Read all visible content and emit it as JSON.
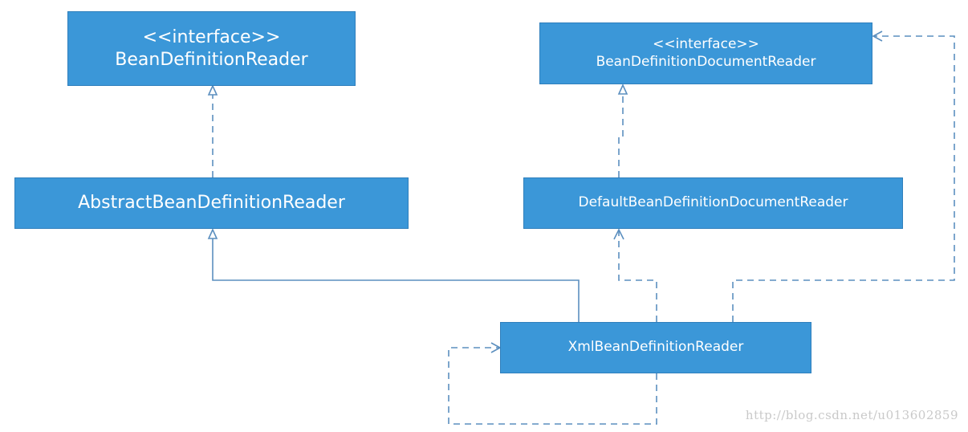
{
  "colors": {
    "box_fill": "#3b97d8",
    "box_border": "#2f7fbc",
    "box_text": "#ffffff",
    "connector": "#5b8fbf",
    "watermark": "#c9c9c9"
  },
  "classes": {
    "bean_definition_reader": {
      "stereotype": "<<interface>>",
      "name": "BeanDefinitionReader"
    },
    "bean_definition_document_reader": {
      "stereotype": "<<interface>>",
      "name": "BeanDefinitionDocumentReader"
    },
    "abstract_bean_definition_reader": {
      "name": "AbstractBeanDefinitionReader"
    },
    "default_bean_definition_document_reader": {
      "name": "DefaultBeanDefinitionDocumentReader"
    },
    "xml_bean_definition_reader": {
      "name": "XmlBeanDefinitionReader"
    }
  },
  "watermark": "http://blog.csdn.net/u013602859"
}
